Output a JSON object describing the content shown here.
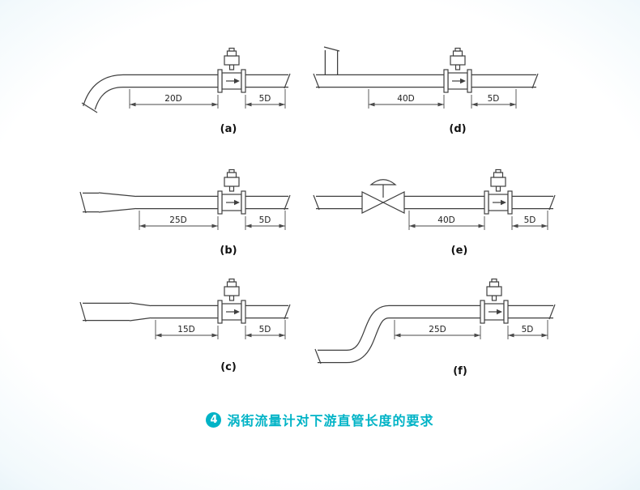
{
  "caption": {
    "badge": "4",
    "text": "涡街流量计对下游直管长度的要求",
    "accent_color": "#00b3c6"
  },
  "figures": [
    {
      "key": "a",
      "label": "(a)",
      "upstream_dim": "20D",
      "downstream_dim": "5D",
      "upstream_fitting": "90-degree-elbow"
    },
    {
      "key": "b",
      "label": "(b)",
      "upstream_dim": "25D",
      "downstream_dim": "5D",
      "upstream_fitting": "concentric-reducer"
    },
    {
      "key": "c",
      "label": "(c)",
      "upstream_dim": "15D",
      "downstream_dim": "5D",
      "upstream_fitting": "concentric-expander"
    },
    {
      "key": "d",
      "label": "(d)",
      "upstream_dim": "40D",
      "downstream_dim": "5D",
      "upstream_fitting": "tee-branch"
    },
    {
      "key": "e",
      "label": "(e)",
      "upstream_dim": "40D",
      "downstream_dim": "5D",
      "upstream_fitting": "valve"
    },
    {
      "key": "f",
      "label": "(f)",
      "upstream_dim": "25D",
      "downstream_dim": "5D",
      "upstream_fitting": "double-elbow-s-bend"
    }
  ]
}
